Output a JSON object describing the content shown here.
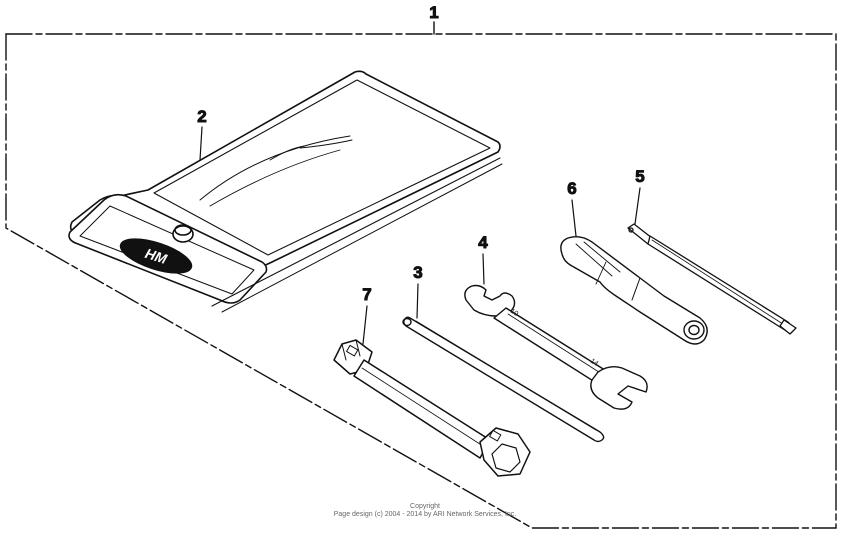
{
  "callouts": {
    "c1": "1",
    "c2": "2",
    "c3": "3",
    "c4": "4",
    "c5": "5",
    "c6": "6",
    "c7": "7"
  },
  "pouch_logo_text": "HM",
  "wrench_size_a": "10",
  "wrench_size_b": "14",
  "copyright": {
    "line1": "Copyright",
    "line2": "Page design (c) 2004 - 2014 by ARI Network Services, Inc."
  }
}
